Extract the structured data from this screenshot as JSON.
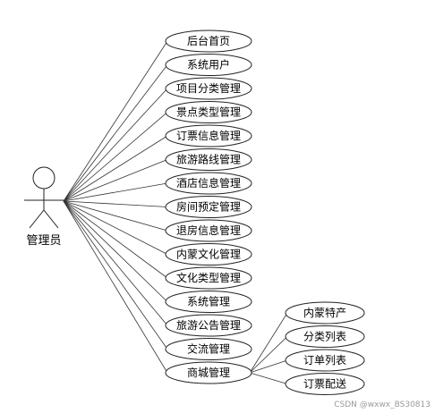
{
  "actor": {
    "label": "管理员"
  },
  "use_cases": [
    {
      "label": "后台首页"
    },
    {
      "label": "系统用户"
    },
    {
      "label": "项目分类管理"
    },
    {
      "label": "景点类型管理"
    },
    {
      "label": "订票信息管理"
    },
    {
      "label": "旅游路线管理"
    },
    {
      "label": "酒店信息管理"
    },
    {
      "label": "房间预定管理"
    },
    {
      "label": "退房信息管理"
    },
    {
      "label": "内蒙文化管理"
    },
    {
      "label": "文化类型管理"
    },
    {
      "label": "系统管理"
    },
    {
      "label": "旅游公告管理"
    },
    {
      "label": "交流管理"
    },
    {
      "label": "商城管理"
    }
  ],
  "sub_use_cases": [
    {
      "label": "内蒙特产"
    },
    {
      "label": "分类列表"
    },
    {
      "label": "订单列表"
    },
    {
      "label": "订票配送"
    }
  ],
  "watermark": "CSDN @wxwx_BS30813"
}
